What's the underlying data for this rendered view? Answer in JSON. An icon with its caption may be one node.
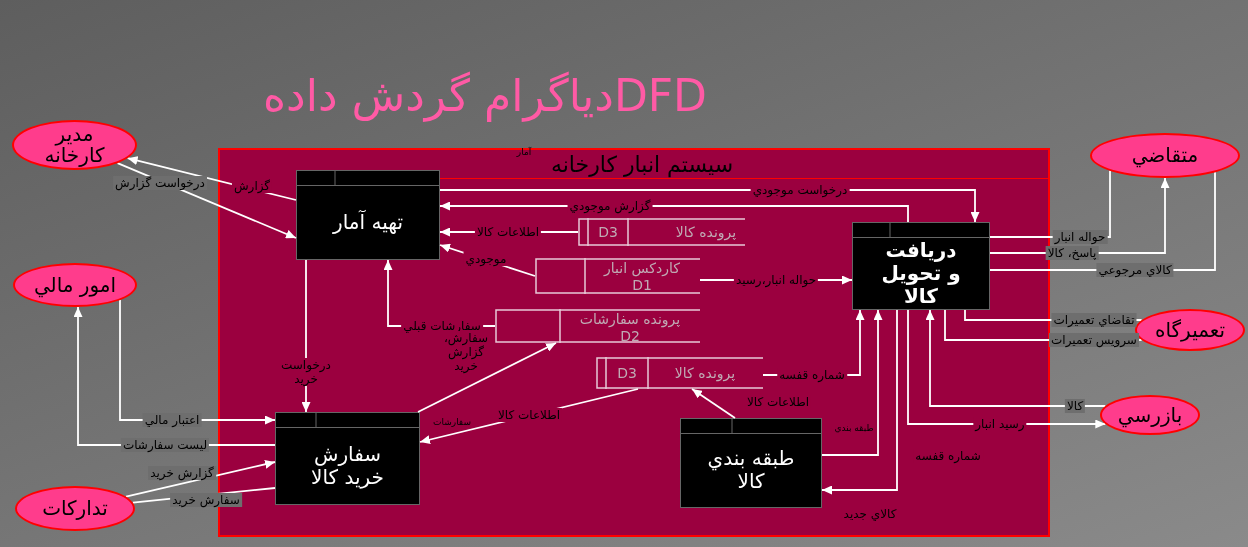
{
  "diagram": {
    "title": "DFDدياگرام گردش داده",
    "nodes": [
      {
        "text": [
          "سيستم انبار كارخانه"
        ]
      },
      {
        "text": [
          "مدير كارخانه"
        ]
      },
      {
        "text": [
          "متقاضي"
        ]
      },
      {
        "text": [
          "تهيه آمار"
        ],
        "in": 0
      },
      {
        "text": [
          "دريافت و تحويل كالا"
        ],
        "in": 0
      },
      {
        "text": [
          "پرونده كالا",
          "D3"
        ],
        "in": 0
      },
      {
        "text": [
          "كاردكس انبار",
          "D1"
        ],
        "in": 0
      },
      {
        "text": [
          "امور مالي"
        ]
      },
      {
        "text": [
          "پرونده سفارشات",
          "D2"
        ],
        "in": 0
      },
      {
        "text": [
          "تعميرگاه"
        ]
      },
      {
        "text": [
          "پرونده كالا",
          "D3"
        ],
        "in": 0
      },
      {
        "text": [
          "سفارش خريد كالا"
        ],
        "in": 0
      },
      {
        "text": [
          "بازرسي"
        ]
      },
      {
        "text": [
          "طبقه بندي كالا"
        ],
        "in": 0
      },
      {
        "text": [
          "تداركات"
        ]
      }
    ],
    "edges": [
      {
        "from": 3,
        "to": 1,
        "arrow": "to",
        "label": "گزارش"
      },
      {
        "from": 1,
        "to": 3,
        "arrow": "to",
        "label": "درخواست گزارش"
      },
      {
        "from": 3,
        "to": 4,
        "arrow": "to",
        "label": "درخواست موجودي"
      },
      {
        "from": 4,
        "to": 3,
        "arrow": "to",
        "label": "گزارش موجودي"
      },
      {
        "from": 5,
        "to": 3,
        "arrow": "to",
        "label": "اطلاعات كالا"
      },
      {
        "from": 6,
        "to": 3,
        "arrow": "to",
        "label": "موجودي"
      },
      {
        "from": 8,
        "to": 3,
        "arrow": "to",
        "label": "سفارشات قبلي"
      },
      {
        "from": 3,
        "to": 11,
        "arrow": "to",
        "label": "درخواست خريد"
      },
      {
        "from": 6,
        "to": 4,
        "arrow": "to",
        "label": "حواله انبار،رسيد"
      },
      {
        "from": 2,
        "to": 4,
        "arrow": "none",
        "label": "حواله انبار"
      },
      {
        "from": 4,
        "to": 2,
        "arrow": "to",
        "label": "پاسخ، كالا"
      },
      {
        "from": 2,
        "to": 4,
        "arrow": "none",
        "label": "كالاي مرجوعي"
      },
      {
        "from": 4,
        "to": 9,
        "arrow": "none",
        "label": "تقاضاي تعميرات"
      },
      {
        "from": 9,
        "to": 4,
        "arrow": "none",
        "label": "سرويس تعميرات"
      },
      {
        "from": 12,
        "to": 4,
        "arrow": "to",
        "label": "كالا"
      },
      {
        "from": 4,
        "to": 12,
        "arrow": "to",
        "label": "رسيد انبار"
      },
      {
        "from": 10,
        "to": 4,
        "arrow": "to",
        "label": "شماره قفسه"
      },
      {
        "from": 13,
        "to": 4,
        "arrow": "to",
        "label": "شماره قفسه"
      },
      {
        "from": 4,
        "to": 13,
        "arrow": "to",
        "label": "كالاي جديد"
      },
      {
        "from": 13,
        "to": 10,
        "arrow": "to",
        "label": "اطلاعات كالا"
      },
      {
        "from": 10,
        "to": 11,
        "arrow": "to",
        "label": "اطلاعات كالا"
      },
      {
        "from": 11,
        "to": 8,
        "arrow": "to",
        "label": "سفارش، گزارش خريد"
      },
      {
        "from": 11,
        "to": 7,
        "arrow": "to",
        "label": "ليست سفارشات"
      },
      {
        "from": 7,
        "to": 11,
        "arrow": "to",
        "label": "اعتبار مالي"
      },
      {
        "from": 14,
        "to": 11,
        "arrow": "to",
        "label": "گزارش خريد"
      },
      {
        "from": 11,
        "to": 14,
        "arrow": "none",
        "label": "سفارش خريد"
      }
    ],
    "labels": [
      "آمار",
      "سفارشات",
      "طبقه بندي"
    ]
  }
}
